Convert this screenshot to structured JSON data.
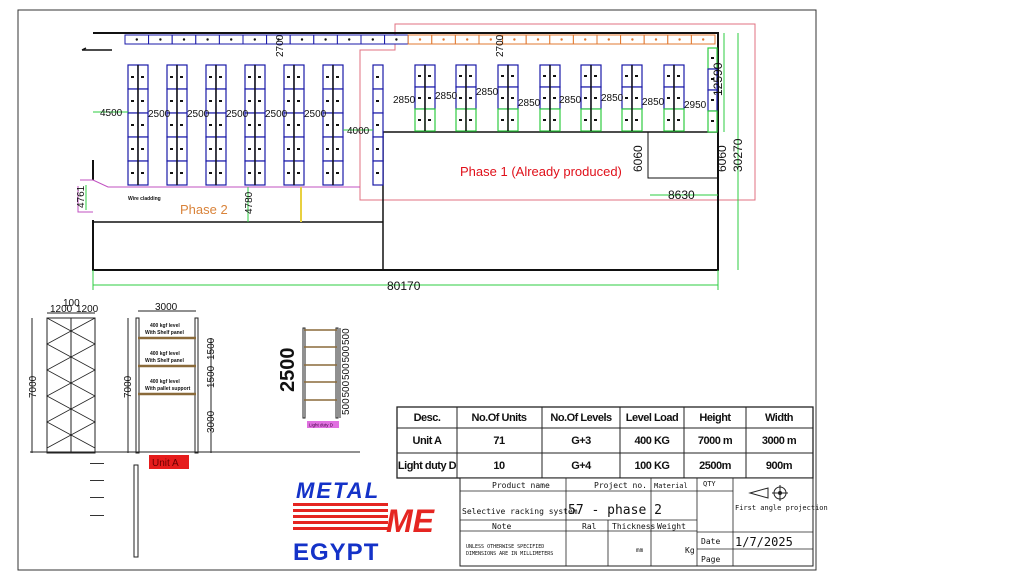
{
  "plan": {
    "phase1_label": "Phase 1 (Already produced)",
    "phase2_label": "Phase 2",
    "wire_cladding_label": "Wire cladding",
    "dimensions": {
      "aisle_top_left": "2700",
      "aisle_top_right": "2700",
      "left_clearance": "4500",
      "phase2_aisles": [
        "2500",
        "2500",
        "2500",
        "2500",
        "2500"
      ],
      "phase_gap": "4000",
      "phase1_aisles": [
        "2850",
        "2850",
        "2850",
        "2850",
        "2850",
        "2850",
        "2850",
        "2950"
      ],
      "right_rack_length": "12590",
      "office_depth_left": "6060",
      "office_depth_right": "6060",
      "overall_depth": "30270",
      "office_width": "8630",
      "overall_length": "80170",
      "left_entry": "4761",
      "phase2_bottom": "4780"
    }
  },
  "elevations": {
    "frame": {
      "depth_left": "1200",
      "gap": "100",
      "depth_right": "1200",
      "height": "7000"
    },
    "unit_a": {
      "width": "3000",
      "height": "7000",
      "levels": [
        {
          "line1": "400 kgf level",
          "line2": "With Shelf panel"
        },
        {
          "line1": "400 kgf level",
          "line2": "With Shelf panel"
        },
        {
          "line1": "400 kgf level",
          "line2": "With pallet support"
        }
      ],
      "spacings": [
        "1500",
        "1500",
        "3000"
      ],
      "tag": "Unit A"
    },
    "light_duty": {
      "height": "2500",
      "spacings": [
        "500",
        "500",
        "500",
        "500",
        "500"
      ],
      "tag": "Light duty D"
    }
  },
  "spec_table": {
    "headers": [
      "Desc.",
      "No.Of Units",
      "No.Of Levels",
      "Level Load",
      "Height",
      "Width"
    ],
    "rows": [
      {
        "desc": "Unit A",
        "units": "71",
        "levels": "G+3",
        "load": "400 KG",
        "height": "7000 m",
        "width": "3000 m",
        "color": "#e0101a"
      },
      {
        "desc": "Light duty D",
        "units": "10",
        "levels": "G+4",
        "load": "100 KG",
        "height": "2500m",
        "width": "900m",
        "color": "#d81ad8"
      }
    ]
  },
  "title_block": {
    "logo": {
      "line1": "METAL",
      "mark": "ME",
      "line2": "EGYPT"
    },
    "product_name_label": "Product name",
    "product_name": "Selective racking system",
    "project_no_label": "Project no.",
    "project_no": "57 - phase 2",
    "material_label": "Material",
    "qty_label": "QTY",
    "projection": "First angle projection",
    "note_label": "Note",
    "note": [
      "UNLESS OTHERWISE SPECIFIED",
      "DIMENSIONS ARE IN MILLIMETERS"
    ],
    "ral_label": "Ral",
    "thickness_label": "Thickness",
    "thickness_unit": "mm",
    "weight_label": "Weight",
    "weight_unit": "Kg",
    "date_label": "Date",
    "date": "1/7/2025",
    "page_label": "Page"
  },
  "colors": {
    "rack": "#1a1aa8",
    "phase1": "#e0101a",
    "phase2": "#d9833a",
    "dim": "#2ecc40",
    "pink": "#d96fd9",
    "logo_blue": "#1432c8",
    "logo_red": "#e52521"
  }
}
